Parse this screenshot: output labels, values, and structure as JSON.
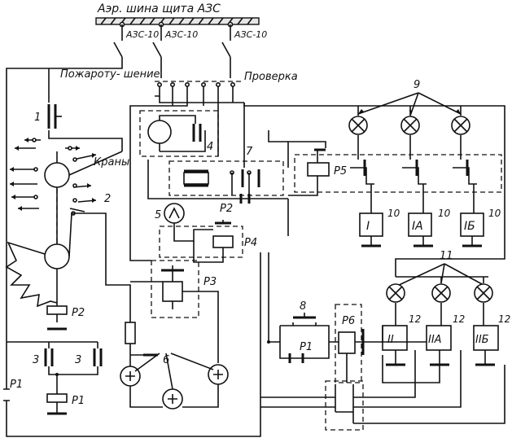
{
  "bus": {
    "title": "Аэр. шина щита АЗС",
    "breakers": [
      "АЗС-10",
      "АЗС-10",
      "АЗС-10"
    ]
  },
  "switches": {
    "fire": "Пожароту- шение",
    "check": "Проверка"
  },
  "labels": {
    "n1": "1",
    "n2": "2",
    "n3a": "3",
    "n3b": "3",
    "n4": "4",
    "n5": "5",
    "n6": "6",
    "n7": "7",
    "n8": "8",
    "n9": "9",
    "n11": "11",
    "cranes": "Краны"
  },
  "relays": {
    "p1": "Р1",
    "p1_left": "Р1",
    "p1_contact": "Р1",
    "p2": "Р2",
    "p2_contact": "Р2",
    "p3": "Р3",
    "p4": "Р4",
    "p5": "Р5",
    "p6": "Р6"
  },
  "engine_boxes": {
    "group_10": {
      "number": "10",
      "boxes": [
        "I",
        "IA",
        "IБ"
      ]
    },
    "group_12": {
      "number": "12",
      "boxes": [
        "II",
        "IIA",
        "IIБ"
      ]
    }
  },
  "colors": {
    "line": "#111111",
    "background": "#ffffff"
  }
}
